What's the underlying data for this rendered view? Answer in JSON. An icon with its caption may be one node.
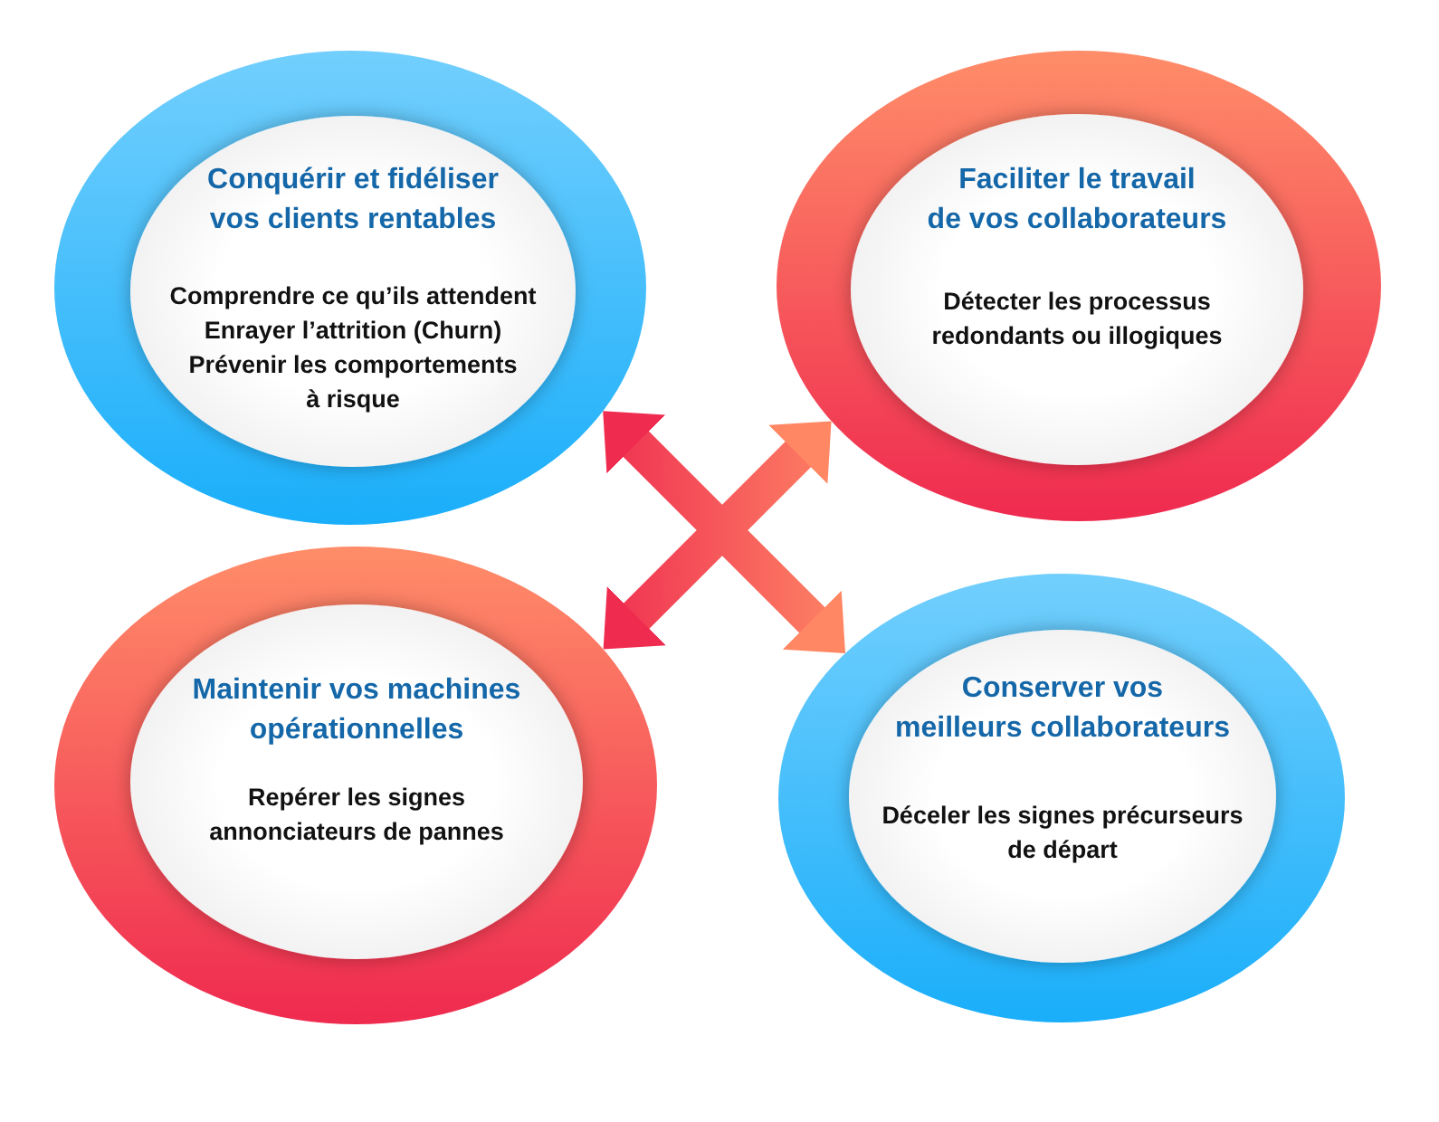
{
  "diagram": {
    "nodes": [
      {
        "text": [
          "Conquérir et fidéliser vos clients rentables",
          "Comprendre ce qu’ils attendent",
          "Enrayer l’attrition (Churn)",
          "Prévenir les comportements à risque"
        ]
      },
      {
        "text": [
          "Faciliter le travail de vos collaborateurs",
          "Détecter les processus redondants ou illogiques"
        ]
      },
      {
        "text": [
          "Maintenir vos machines opérationnelles",
          "Repérer les signes annonciateurs de pannes"
        ]
      },
      {
        "text": [
          "Conserver vos meilleurs collaborateurs",
          "Déceler les signes précurseurs de départ"
        ]
      }
    ],
    "edges": [
      {
        "from": 0,
        "to": 3,
        "arrow": "both"
      },
      {
        "from": 2,
        "to": 1,
        "arrow": "both"
      }
    ]
  }
}
